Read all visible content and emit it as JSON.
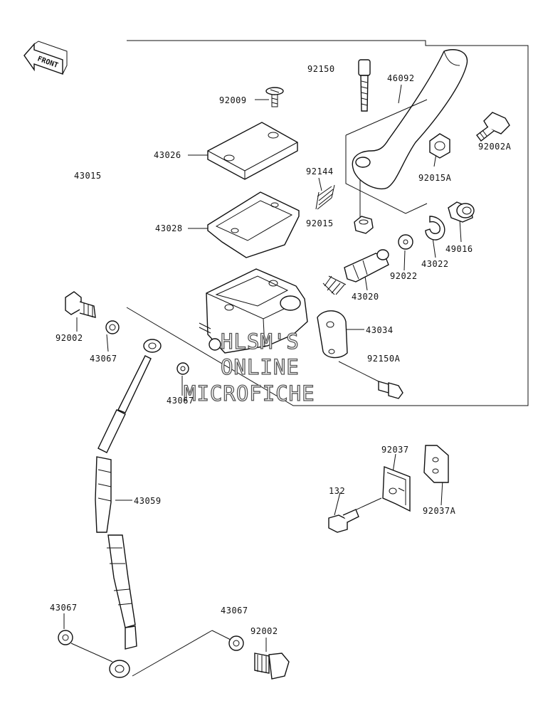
{
  "front_indicator": "FRONT",
  "watermark": {
    "line1": "HLSM'S",
    "line2": "ONLINE",
    "line3": "MICROFICHE"
  },
  "parts": [
    {
      "id": "p92150",
      "label": "92150"
    },
    {
      "id": "p46092",
      "label": "46092"
    },
    {
      "id": "p92009",
      "label": "92009"
    },
    {
      "id": "p92002A",
      "label": "92002A"
    },
    {
      "id": "p43026",
      "label": "43026"
    },
    {
      "id": "p43015",
      "label": "43015"
    },
    {
      "id": "p92144",
      "label": "92144"
    },
    {
      "id": "p92015A",
      "label": "92015A"
    },
    {
      "id": "p92015",
      "label": "92015"
    },
    {
      "id": "p43028",
      "label": "43028"
    },
    {
      "id": "p49016",
      "label": "49016"
    },
    {
      "id": "p92022",
      "label": "92022"
    },
    {
      "id": "p43022",
      "label": "43022"
    },
    {
      "id": "p43020",
      "label": "43020"
    },
    {
      "id": "p43034",
      "label": "43034"
    },
    {
      "id": "p92002",
      "label": "92002"
    },
    {
      "id": "p43067a",
      "label": "43067"
    },
    {
      "id": "p92150A",
      "label": "92150A"
    },
    {
      "id": "p43067b",
      "label": "43067"
    },
    {
      "id": "p92037",
      "label": "92037"
    },
    {
      "id": "p132",
      "label": "132"
    },
    {
      "id": "p92037A",
      "label": "92037A"
    },
    {
      "id": "p43059",
      "label": "43059"
    },
    {
      "id": "p43067c",
      "label": "43067"
    },
    {
      "id": "p43067d",
      "label": "43067"
    },
    {
      "id": "p92002b",
      "label": "92002"
    }
  ]
}
